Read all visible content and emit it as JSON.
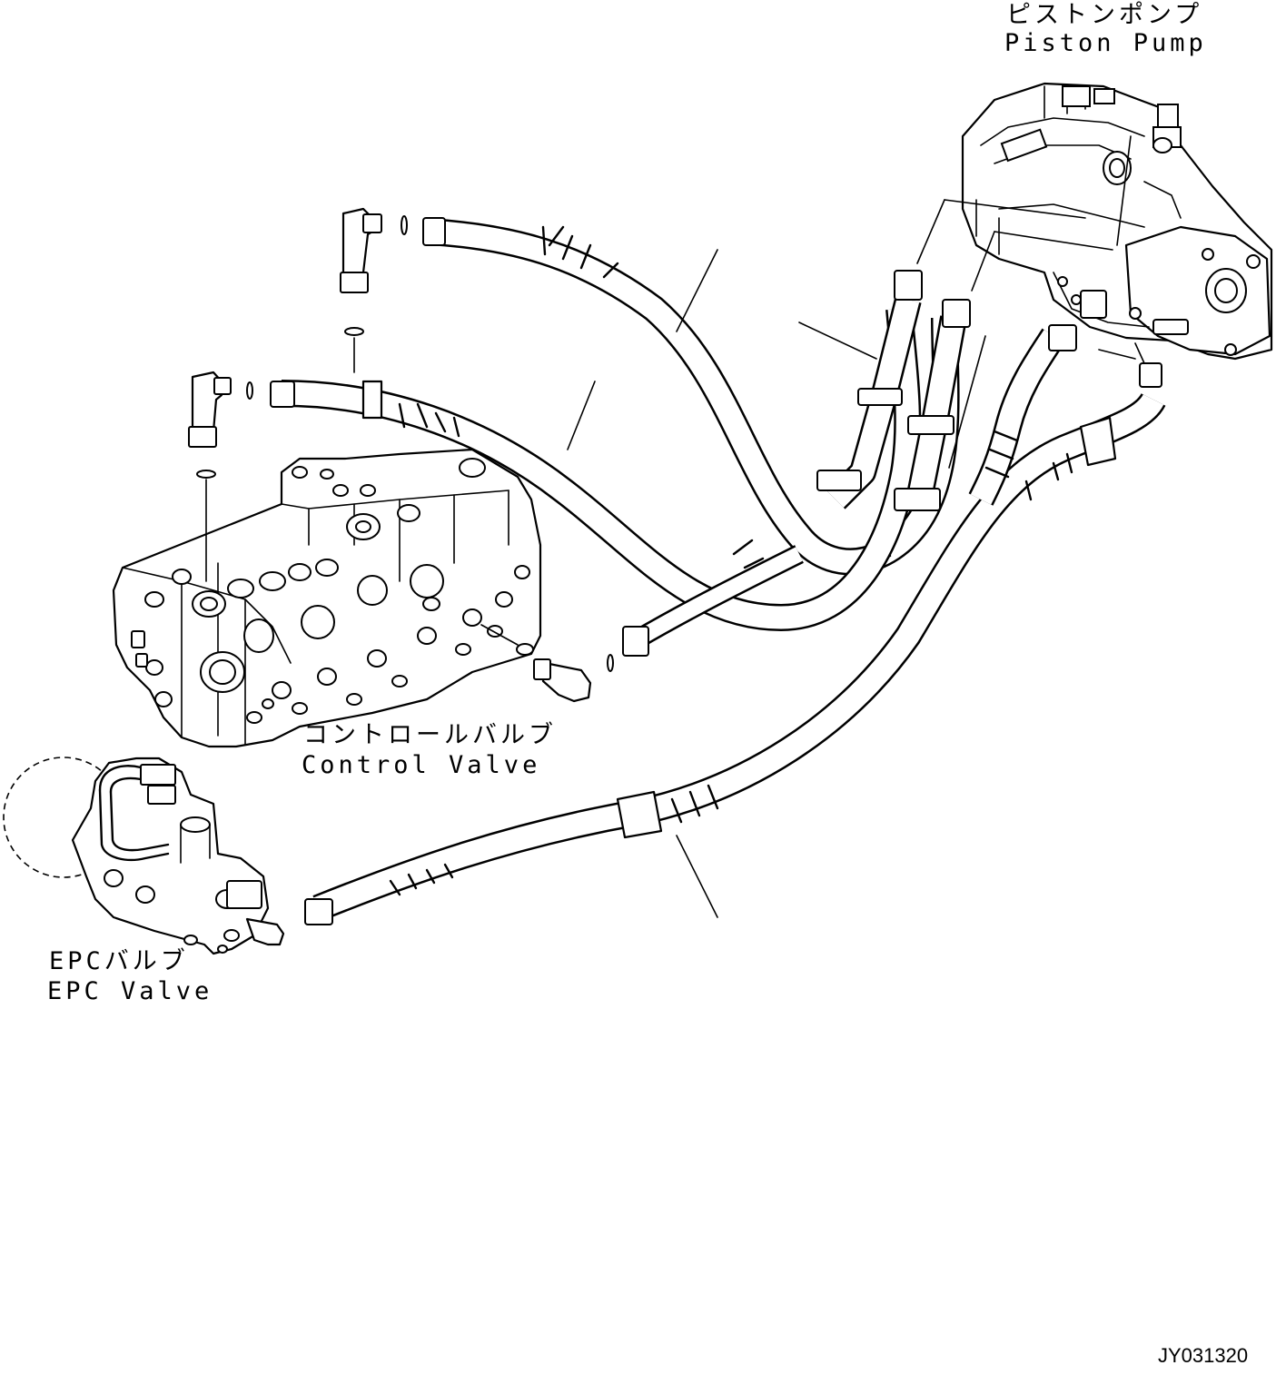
{
  "labels": {
    "piston_pump_jp": "ピストンポンプ",
    "piston_pump_en": "Piston Pump",
    "control_valve_jp": "コントロールバルブ",
    "control_valve_en": "Control Valve",
    "epc_valve_jp": "EPCバルブ",
    "epc_valve_en": "EPC Valve"
  },
  "drawing_code": "JY031320"
}
